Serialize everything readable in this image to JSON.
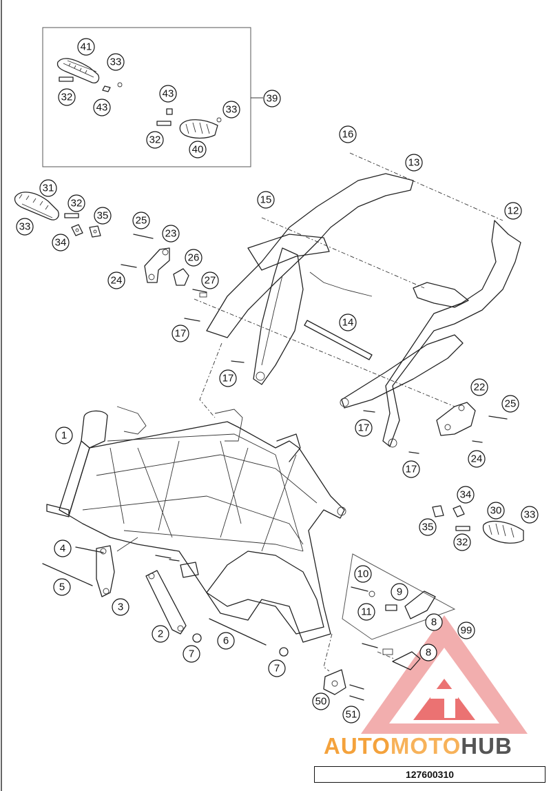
{
  "diagram": {
    "drawing_number": "127600310",
    "watermark": {
      "part1": "AUTO",
      "part2": "MOTO",
      "part3": "HUB",
      "accent": "#ef4a4a",
      "orange": "#f4a23c",
      "grey": "#555555"
    },
    "callouts": [
      {
        "id": "c41a",
        "label": "41"
      },
      {
        "id": "c33a",
        "label": "33"
      },
      {
        "id": "c32a",
        "label": "32"
      },
      {
        "id": "c43a",
        "label": "43"
      },
      {
        "id": "c43b",
        "label": "43"
      },
      {
        "id": "c33b",
        "label": "33"
      },
      {
        "id": "c39",
        "label": "39"
      },
      {
        "id": "c32b",
        "label": "32"
      },
      {
        "id": "c40",
        "label": "40"
      },
      {
        "id": "c16",
        "label": "16"
      },
      {
        "id": "c13",
        "label": "13"
      },
      {
        "id": "c31",
        "label": "31"
      },
      {
        "id": "c32c",
        "label": "32"
      },
      {
        "id": "c15",
        "label": "15"
      },
      {
        "id": "c12",
        "label": "12"
      },
      {
        "id": "c33c",
        "label": "33"
      },
      {
        "id": "c35a",
        "label": "35"
      },
      {
        "id": "c25a",
        "label": "25"
      },
      {
        "id": "c34a",
        "label": "34"
      },
      {
        "id": "c23",
        "label": "23"
      },
      {
        "id": "c26",
        "label": "26"
      },
      {
        "id": "c24a",
        "label": "24"
      },
      {
        "id": "c27",
        "label": "27"
      },
      {
        "id": "c14",
        "label": "14"
      },
      {
        "id": "c17a",
        "label": "17"
      },
      {
        "id": "c17b",
        "label": "17"
      },
      {
        "id": "c22",
        "label": "22"
      },
      {
        "id": "c25b",
        "label": "25"
      },
      {
        "id": "c1",
        "label": "1"
      },
      {
        "id": "c17c",
        "label": "17"
      },
      {
        "id": "c24b",
        "label": "24"
      },
      {
        "id": "c17d",
        "label": "17"
      },
      {
        "id": "c34b",
        "label": "34"
      },
      {
        "id": "c30",
        "label": "30"
      },
      {
        "id": "c33d",
        "label": "33"
      },
      {
        "id": "c35b",
        "label": "35"
      },
      {
        "id": "c32d",
        "label": "32"
      },
      {
        "id": "c4",
        "label": "4"
      },
      {
        "id": "c10",
        "label": "10"
      },
      {
        "id": "c5",
        "label": "5"
      },
      {
        "id": "c3",
        "label": "3"
      },
      {
        "id": "c9",
        "label": "9"
      },
      {
        "id": "c11",
        "label": "11"
      },
      {
        "id": "c8a",
        "label": "8"
      },
      {
        "id": "c99",
        "label": "99"
      },
      {
        "id": "c2",
        "label": "2"
      },
      {
        "id": "c6",
        "label": "6"
      },
      {
        "id": "c7a",
        "label": "7"
      },
      {
        "id": "c8b",
        "label": "8"
      },
      {
        "id": "c7b",
        "label": "7"
      },
      {
        "id": "c50",
        "label": "50"
      },
      {
        "id": "c51",
        "label": "51"
      }
    ]
  }
}
